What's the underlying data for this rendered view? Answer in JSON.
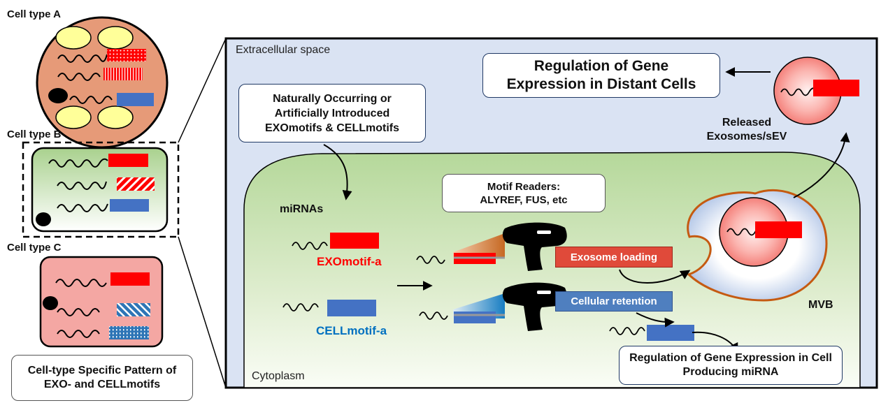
{
  "cell_types": {
    "a": "Cell type A",
    "b": "Cell type B",
    "c": "Cell type C"
  },
  "cell_pattern_caption": "Cell-type Specific Pattern of EXO- and CELLmotifs",
  "regions": {
    "extracellular": "Extracellular space",
    "cytoplasm": "Cytoplasm"
  },
  "boxes": {
    "naturally_occurring": "Naturally Occurring or Artificially Introduced EXOmotifs & CELLmotifs",
    "regulation_distant": "Regulation of Gene Expression in Distant Cells",
    "motif_readers": "Motif Readers: ALYREF, FUS, etc",
    "regulation_producing": "Regulation of Gene Expression in Cell Producing miRNA"
  },
  "labels": {
    "released": "Released Exosomes/sEV",
    "mirnas": "miRNAs",
    "exomotif": "EXOmotif-a",
    "cellmotif": "CELLmotif-a",
    "mvb": "MVB"
  },
  "tags": {
    "exosome_loading": "Exosome loading",
    "cellular_retention": "Cellular retention"
  },
  "colors": {
    "exo_red": "#ff0000",
    "cell_blue": "#4472c4",
    "extracellular_bg": "#dae3f3",
    "cytoplasm_green": "#c5e0b4",
    "mvb_border": "#c55a11",
    "exosome_loading_bg": "#e04a3a",
    "cellular_retention_bg": "#4f7fbf",
    "cell_a_fill": "#e69a78",
    "cell_c_fill": "#f4a7a3",
    "nucleus_yellow": "#ffff99"
  }
}
